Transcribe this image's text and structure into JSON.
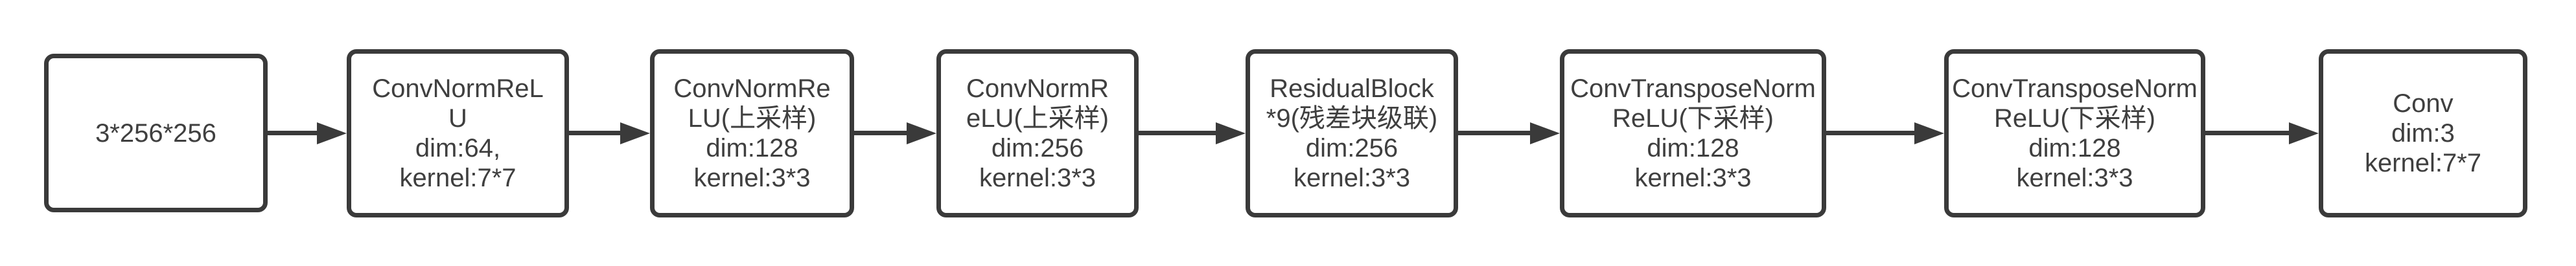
{
  "diagram": {
    "type": "flowchart",
    "direction": "left-to-right",
    "colors": {
      "node_border": "#3a3a3a",
      "node_fill": "#ffffff",
      "arrow": "#3a3a3a",
      "text": "#3f3f3f",
      "background": "#ffffff"
    },
    "nodes": [
      {
        "lines": [
          "3*256*256"
        ]
      },
      {
        "lines": [
          "ConvNormReL",
          "U",
          "dim:64,",
          "kernel:7*7"
        ]
      },
      {
        "lines": [
          "ConvNormRe",
          "LU(上采样)",
          "dim:128",
          "kernel:3*3"
        ]
      },
      {
        "lines": [
          "ConvNormR",
          "eLU(上采样)",
          "dim:256",
          "kernel:3*3"
        ]
      },
      {
        "lines": [
          "ResidualBlock",
          "*9(残差块级联)",
          "dim:256",
          "kernel:3*3"
        ]
      },
      {
        "lines": [
          "ConvTransposeNorm",
          "ReLU(下采样)",
          "dim:128",
          "kernel:3*3"
        ]
      },
      {
        "lines": [
          "ConvTransposeNorm",
          "ReLU(下采样)",
          "dim:128",
          "kernel:3*3"
        ]
      },
      {
        "lines": [
          "Conv",
          "dim:3",
          "kernel:7*7"
        ]
      }
    ],
    "connections": [
      {
        "from": 0,
        "to": 1
      },
      {
        "from": 1,
        "to": 2
      },
      {
        "from": 2,
        "to": 3
      },
      {
        "from": 3,
        "to": 4
      },
      {
        "from": 4,
        "to": 5
      },
      {
        "from": 5,
        "to": 6
      },
      {
        "from": 6,
        "to": 7
      }
    ]
  }
}
